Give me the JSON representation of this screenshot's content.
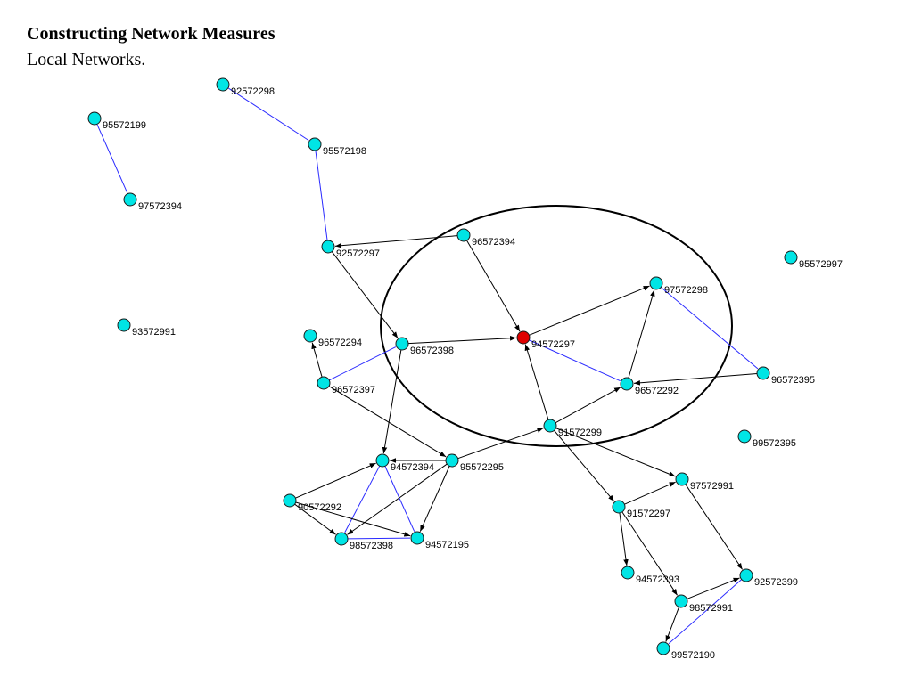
{
  "header": {
    "title": "Constructing Network Measures",
    "subtitle": "Local Networks."
  },
  "colors": {
    "node_default": "#00e5e5",
    "node_focus": "#e00000",
    "edge_directed": "#000000",
    "edge_undirected": "#2a2aff",
    "circle": "#000000"
  },
  "network": {
    "focus_node": "94572297",
    "nodes": [
      {
        "id": "92572298"
      },
      {
        "id": "95572199"
      },
      {
        "id": "95572198"
      },
      {
        "id": "97572394"
      },
      {
        "id": "96572394"
      },
      {
        "id": "92572297"
      },
      {
        "id": "95572997"
      },
      {
        "id": "97572298"
      },
      {
        "id": "93572991"
      },
      {
        "id": "96572294"
      },
      {
        "id": "94572297"
      },
      {
        "id": "96572398"
      },
      {
        "id": "96572395"
      },
      {
        "id": "96572397"
      },
      {
        "id": "96572292"
      },
      {
        "id": "91572299"
      },
      {
        "id": "99572395"
      },
      {
        "id": "94572394"
      },
      {
        "id": "95572295"
      },
      {
        "id": "97572991"
      },
      {
        "id": "90572292"
      },
      {
        "id": "91572297"
      },
      {
        "id": "98572398"
      },
      {
        "id": "94572195"
      },
      {
        "id": "94572393"
      },
      {
        "id": "92572399"
      },
      {
        "id": "98572991"
      },
      {
        "id": "99572190"
      }
    ],
    "edges": [
      {
        "from": "92572298",
        "to": "95572198",
        "type": "undirected"
      },
      {
        "from": "95572199",
        "to": "97572394",
        "type": "undirected"
      },
      {
        "from": "95572198",
        "to": "92572297",
        "type": "undirected"
      },
      {
        "from": "96572394",
        "to": "92572297",
        "type": "directed"
      },
      {
        "from": "92572297",
        "to": "96572398",
        "type": "directed"
      },
      {
        "from": "96572394",
        "to": "94572297",
        "type": "directed"
      },
      {
        "from": "96572398",
        "to": "94572297",
        "type": "directed"
      },
      {
        "from": "94572297",
        "to": "97572298",
        "type": "directed"
      },
      {
        "from": "94572297",
        "to": "96572292",
        "type": "undirected"
      },
      {
        "from": "96572292",
        "to": "97572298",
        "type": "directed"
      },
      {
        "from": "97572298",
        "to": "96572395",
        "type": "undirected"
      },
      {
        "from": "96572395",
        "to": "96572292",
        "type": "directed"
      },
      {
        "from": "91572299",
        "to": "94572297",
        "type": "directed"
      },
      {
        "from": "91572299",
        "to": "96572292",
        "type": "directed"
      },
      {
        "from": "96572397",
        "to": "96572294",
        "type": "directed"
      },
      {
        "from": "96572397",
        "to": "96572398",
        "type": "undirected"
      },
      {
        "from": "96572398",
        "to": "94572394",
        "type": "directed"
      },
      {
        "from": "96572397",
        "to": "95572295",
        "type": "directed"
      },
      {
        "from": "95572295",
        "to": "94572394",
        "type": "directed"
      },
      {
        "from": "95572295",
        "to": "91572299",
        "type": "directed"
      },
      {
        "from": "95572295",
        "to": "98572398",
        "type": "directed"
      },
      {
        "from": "95572295",
        "to": "94572195",
        "type": "directed"
      },
      {
        "from": "94572394",
        "to": "98572398",
        "type": "undirected"
      },
      {
        "from": "94572394",
        "to": "94572195",
        "type": "undirected"
      },
      {
        "from": "90572292",
        "to": "94572394",
        "type": "directed"
      },
      {
        "from": "90572292",
        "to": "98572398",
        "type": "directed"
      },
      {
        "from": "90572292",
        "to": "94572195",
        "type": "directed"
      },
      {
        "from": "98572398",
        "to": "94572195",
        "type": "undirected"
      },
      {
        "from": "91572299",
        "to": "91572297",
        "type": "directed"
      },
      {
        "from": "91572299",
        "to": "97572991",
        "type": "directed"
      },
      {
        "from": "91572297",
        "to": "97572991",
        "type": "directed"
      },
      {
        "from": "91572297",
        "to": "94572393",
        "type": "directed"
      },
      {
        "from": "91572297",
        "to": "98572991",
        "type": "directed"
      },
      {
        "from": "97572991",
        "to": "92572399",
        "type": "directed"
      },
      {
        "from": "98572991",
        "to": "92572399",
        "type": "directed"
      },
      {
        "from": "98572991",
        "to": "99572190",
        "type": "directed"
      },
      {
        "from": "92572399",
        "to": "99572190",
        "type": "undirected"
      }
    ]
  }
}
